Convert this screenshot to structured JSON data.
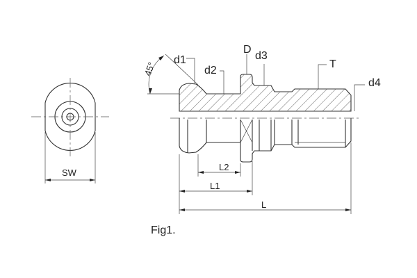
{
  "labels": {
    "d1": "d1",
    "d2": "d2",
    "D": "D",
    "d3": "d3",
    "T": "T",
    "d4": "d4",
    "angle": "45°",
    "SW": "SW",
    "L1": "L1",
    "L2": "L2",
    "L": "L"
  },
  "caption": "Fig1.",
  "colors": {
    "line": "#333333",
    "background": "#ffffff"
  }
}
